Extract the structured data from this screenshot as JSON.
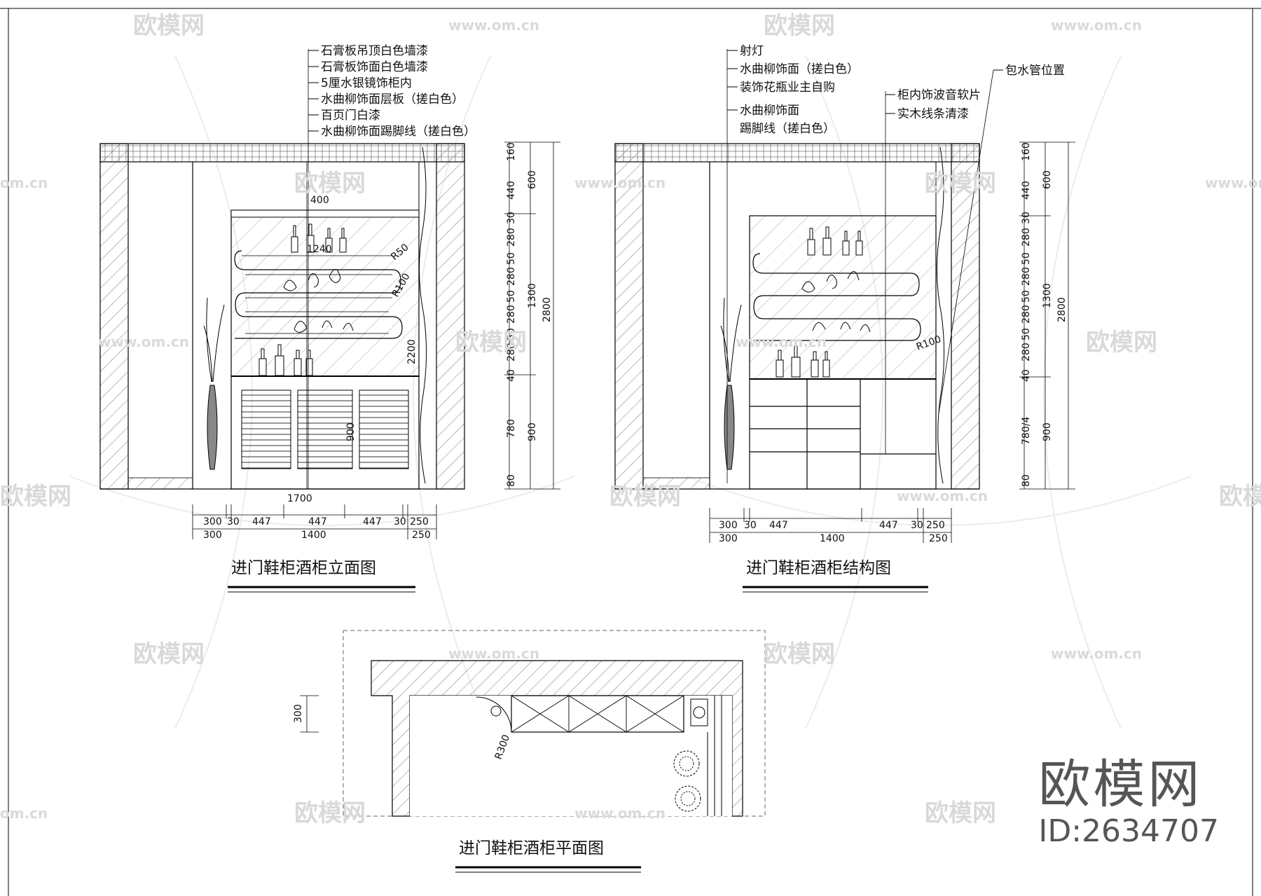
{
  "watermarks": {
    "brand_text": "欧模网",
    "url_text": "www.om.cn",
    "url_short": "om.cn"
  },
  "brand": {
    "name": "欧模网",
    "id": "ID:2634707"
  },
  "elevation": {
    "title": "进门鞋柜酒柜立面图",
    "callouts": [
      "石膏板吊顶白色墙漆",
      "石膏板饰面白色墙漆",
      "5厘水银镜饰柜内",
      "水曲柳饰面层板（搓白色）",
      "百页门白漆",
      "水曲柳饰面踢脚线（搓白色）"
    ],
    "inner_dims": [
      "400",
      "1240",
      "R50",
      "R100",
      "2200",
      "900",
      "1700"
    ],
    "right_dims_a": [
      "160",
      "440",
      "30",
      "280",
      "50",
      "280",
      "50",
      "280",
      "50",
      "280",
      "40",
      "780",
      "80"
    ],
    "right_dims_b": [
      "600",
      "1300",
      "900"
    ],
    "right_dim_total": "2800",
    "bottom_row1": [
      "300",
      "30",
      "447",
      "447",
      "447",
      "30",
      "250"
    ],
    "bottom_row2": [
      "300",
      "1400",
      "250"
    ]
  },
  "structure": {
    "title": "进门鞋柜酒柜结构图",
    "callouts_left": [
      "射灯",
      "水曲柳饰面（搓白色）",
      "装饰花瓶业主自购",
      "水曲柳饰面",
      "踢脚线（搓白色）"
    ],
    "callouts_right": [
      "柜内饰波音软片",
      "实木线条清漆",
      "包水管位置"
    ],
    "inner_dims": [
      "R100"
    ],
    "right_dims_a": [
      "160",
      "440",
      "30",
      "280",
      "50",
      "280",
      "50",
      "280",
      "50",
      "280",
      "40",
      "780/4",
      "80"
    ],
    "right_dims_b": [
      "600",
      "1300",
      "900"
    ],
    "right_dim_total": "2800",
    "bottom_row1": [
      "300",
      "30",
      "447",
      "447",
      "30",
      "250"
    ],
    "bottom_row2": [
      "300",
      "1400",
      "250"
    ]
  },
  "plan": {
    "title": "进门鞋柜酒柜平面图",
    "dims": [
      "300",
      "R300"
    ]
  }
}
